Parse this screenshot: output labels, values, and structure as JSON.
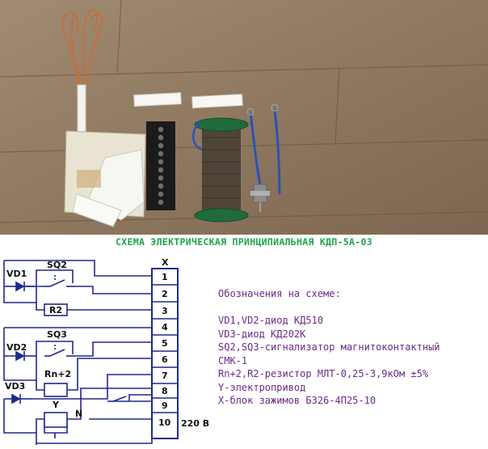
{
  "title": "СХЕМА ЭЛЕКТРИЧЕСКАЯ ПРИНЦИПИАЛЬНАЯ КДП-5А-03",
  "colors": {
    "title": "#1aa64a",
    "legend_text": "#6a2a86",
    "wire": "#1e2a8c",
    "terminal_block": "#1e2a8c"
  },
  "schematic": {
    "labels": {
      "vd1": "VD1",
      "vd2": "VD2",
      "vd3": "VD3",
      "sq2": "SQ2",
      "sq3": "SQ3",
      "r2": "R2",
      "rn2": "Rn+2",
      "y": "Y",
      "n": "N",
      "x": "X",
      "voltage": "220 В"
    },
    "terminals": [
      "1",
      "2",
      "3",
      "4",
      "5",
      "6",
      "7",
      "8",
      "9",
      "10"
    ]
  },
  "legend": {
    "heading": "Обозначения на схеме:",
    "lines": [
      "VD1,VD2-диод КД510",
      "VD3-диод КД202К",
      "SQ2,SQ3-сигнализатор магнитоконтактный",
      "СМК-1",
      "Rn+2,R2-резистор МЛТ-0,25-3,9кОм ±5%",
      "Y-электропривод",
      "X-блок зажимов БЗ26-4П25-10"
    ]
  }
}
